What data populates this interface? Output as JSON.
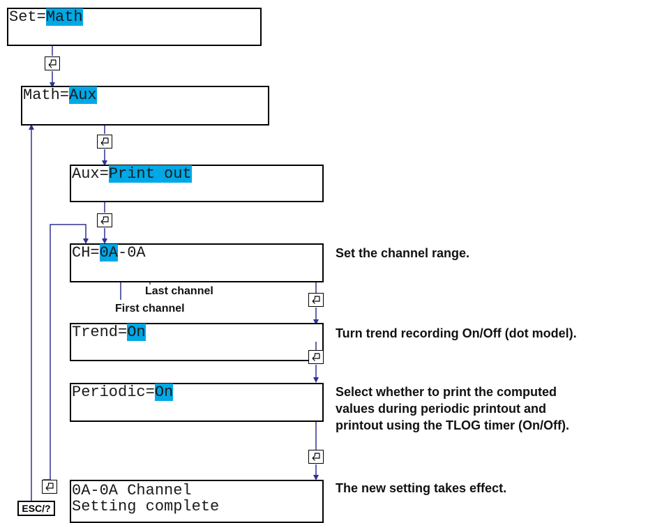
{
  "colors": {
    "highlight": "#00a8e6",
    "connector": "#2e3192",
    "border": "#000000"
  },
  "screens": {
    "set": {
      "prefix": "Set=",
      "value": "Math"
    },
    "math": {
      "prefix": "Math=",
      "value": "Aux"
    },
    "aux": {
      "prefix": "Aux=",
      "value": "Print out"
    },
    "ch": {
      "prefix": "CH=",
      "first": "0A",
      "sep": "-",
      "last": "0A"
    },
    "trend": {
      "prefix": "Trend=",
      "value": "On"
    },
    "periodic": {
      "prefix": "Periodic=",
      "value": "On"
    },
    "complete": {
      "line1": "0A-0A Channel",
      "line2": "Setting complete"
    }
  },
  "labels": {
    "last_channel": "Last channel",
    "first_channel": "First channel"
  },
  "notes": {
    "ch": "Set the channel range.",
    "trend": "Turn trend recording On/Off (dot model).",
    "periodic": [
      "Select whether to print the computed",
      "values during periodic printout and",
      "printout using the TLOG timer (On/Off)."
    ],
    "complete": "The new setting takes effect."
  },
  "keys": {
    "enter_icon": "enter-key-icon",
    "esc": "ESC/?"
  }
}
